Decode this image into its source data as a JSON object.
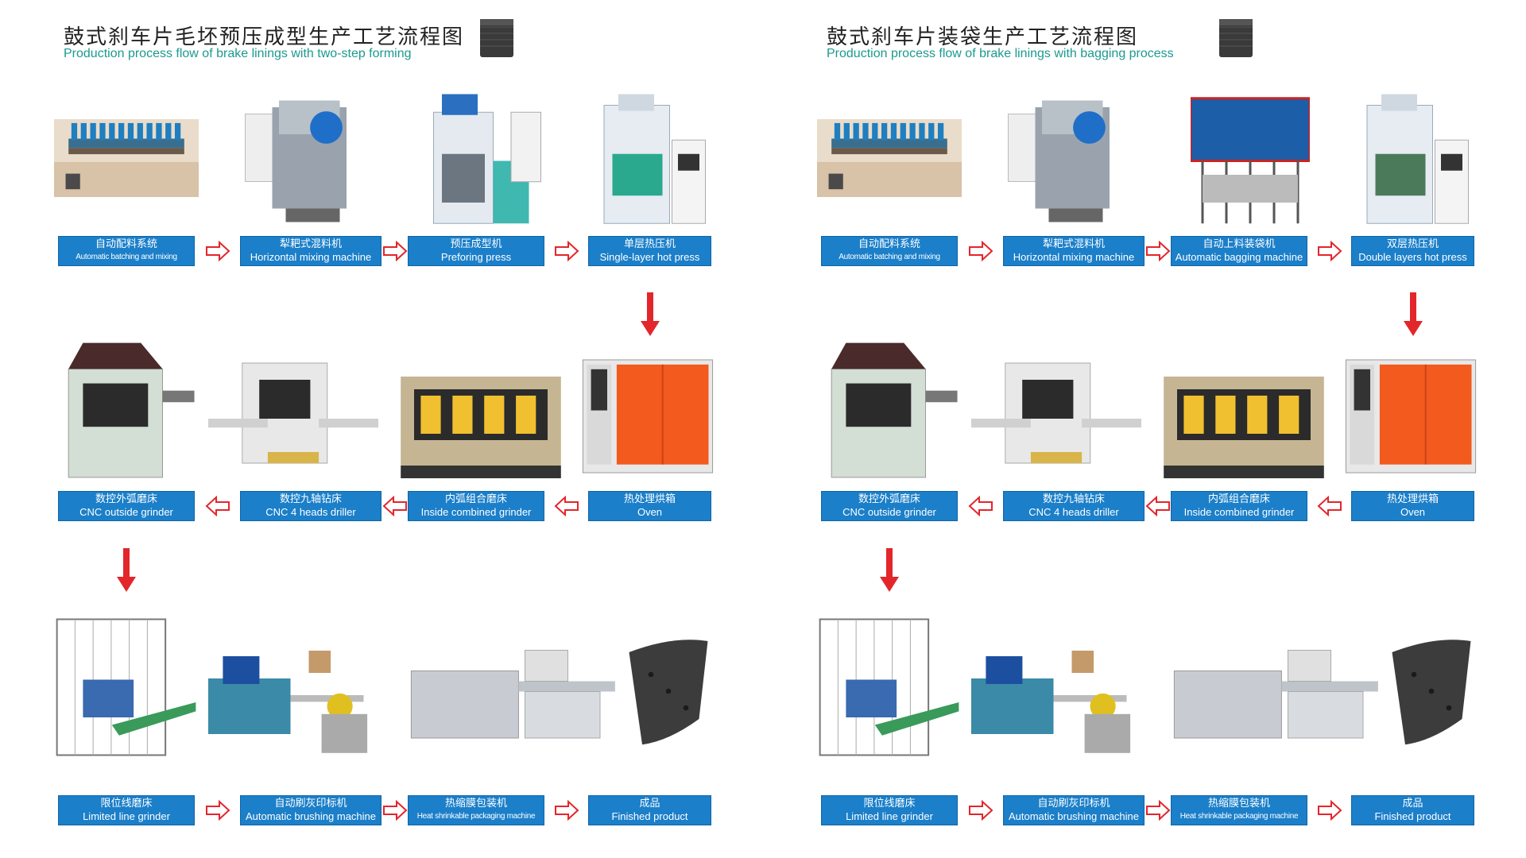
{
  "colors": {
    "label_bg": "#1b7fc9",
    "arrow_red": "#e3262b",
    "title_en": "#1a9a8e"
  },
  "panels": [
    {
      "title_cn": "鼓式刹车片毛坯预压成型生产工艺流程图",
      "title_en": "Production process flow of brake linings with two-step forming",
      "steps": [
        {
          "cn": "自动配料系统",
          "en": "Automatic batching and mixing",
          "icon": "batching-line-icon"
        },
        {
          "cn": "犁耙式混料机",
          "en": "Horizontal mixing machine",
          "icon": "mixer-icon"
        },
        {
          "cn": "预压成型机",
          "en": "Preforing press",
          "icon": "preform-press-icon"
        },
        {
          "cn": "单层热压机",
          "en": "Single-layer hot press",
          "icon": "hot-press-icon"
        },
        {
          "cn": "热处理烘箱",
          "en": "Oven",
          "icon": "oven-icon"
        },
        {
          "cn": "内弧组合磨床",
          "en": "Inside combined grinder",
          "icon": "inside-grinder-icon"
        },
        {
          "cn": "数控九轴钻床",
          "en": "CNC 4 heads driller",
          "icon": "driller-icon"
        },
        {
          "cn": "数控外弧磨床",
          "en": "CNC outside grinder",
          "icon": "outside-grinder-icon"
        },
        {
          "cn": "限位线磨床",
          "en": "Limited line grinder",
          "icon": "line-grinder-icon"
        },
        {
          "cn": "自动刷灰印标机",
          "en": "Automatic brushing machine",
          "icon": "brushing-machine-icon"
        },
        {
          "cn": "热缩膜包装机",
          "en": "Heat shrinkable packaging machine",
          "icon": "packaging-machine-icon"
        },
        {
          "cn": "成品",
          "en": "Finished product",
          "icon": "brake-lining-icon"
        }
      ]
    },
    {
      "title_cn": "鼓式刹车片装袋生产工艺流程图",
      "title_en": "Production process flow of brake linings with bagging process",
      "steps": [
        {
          "cn": "自动配料系统",
          "en": "Automatic batching and mixing",
          "icon": "batching-line-icon"
        },
        {
          "cn": "犁耙式混料机",
          "en": "Horizontal mixing machine",
          "icon": "mixer-icon"
        },
        {
          "cn": "自动上料装袋机",
          "en": "Automatic bagging machine",
          "icon": "bagging-machine-icon"
        },
        {
          "cn": "双层热压机",
          "en": "Double layers hot press",
          "icon": "double-hot-press-icon"
        },
        {
          "cn": "热处理烘箱",
          "en": "Oven",
          "icon": "oven-icon"
        },
        {
          "cn": "内弧组合磨床",
          "en": "Inside combined grinder",
          "icon": "inside-grinder-icon"
        },
        {
          "cn": "数控九轴钻床",
          "en": "CNC 4 heads driller",
          "icon": "driller-icon"
        },
        {
          "cn": "数控外弧磨床",
          "en": "CNC outside grinder",
          "icon": "outside-grinder-icon"
        },
        {
          "cn": "限位线磨床",
          "en": "Limited line grinder",
          "icon": "line-grinder-icon"
        },
        {
          "cn": "自动刷灰印标机",
          "en": "Automatic brushing machine",
          "icon": "brushing-machine-icon"
        },
        {
          "cn": "热缩膜包装机",
          "en": "Heat shrinkable packaging machine",
          "icon": "packaging-machine-icon"
        },
        {
          "cn": "成品",
          "en": "Finished product",
          "icon": "brake-lining-icon"
        }
      ]
    }
  ]
}
